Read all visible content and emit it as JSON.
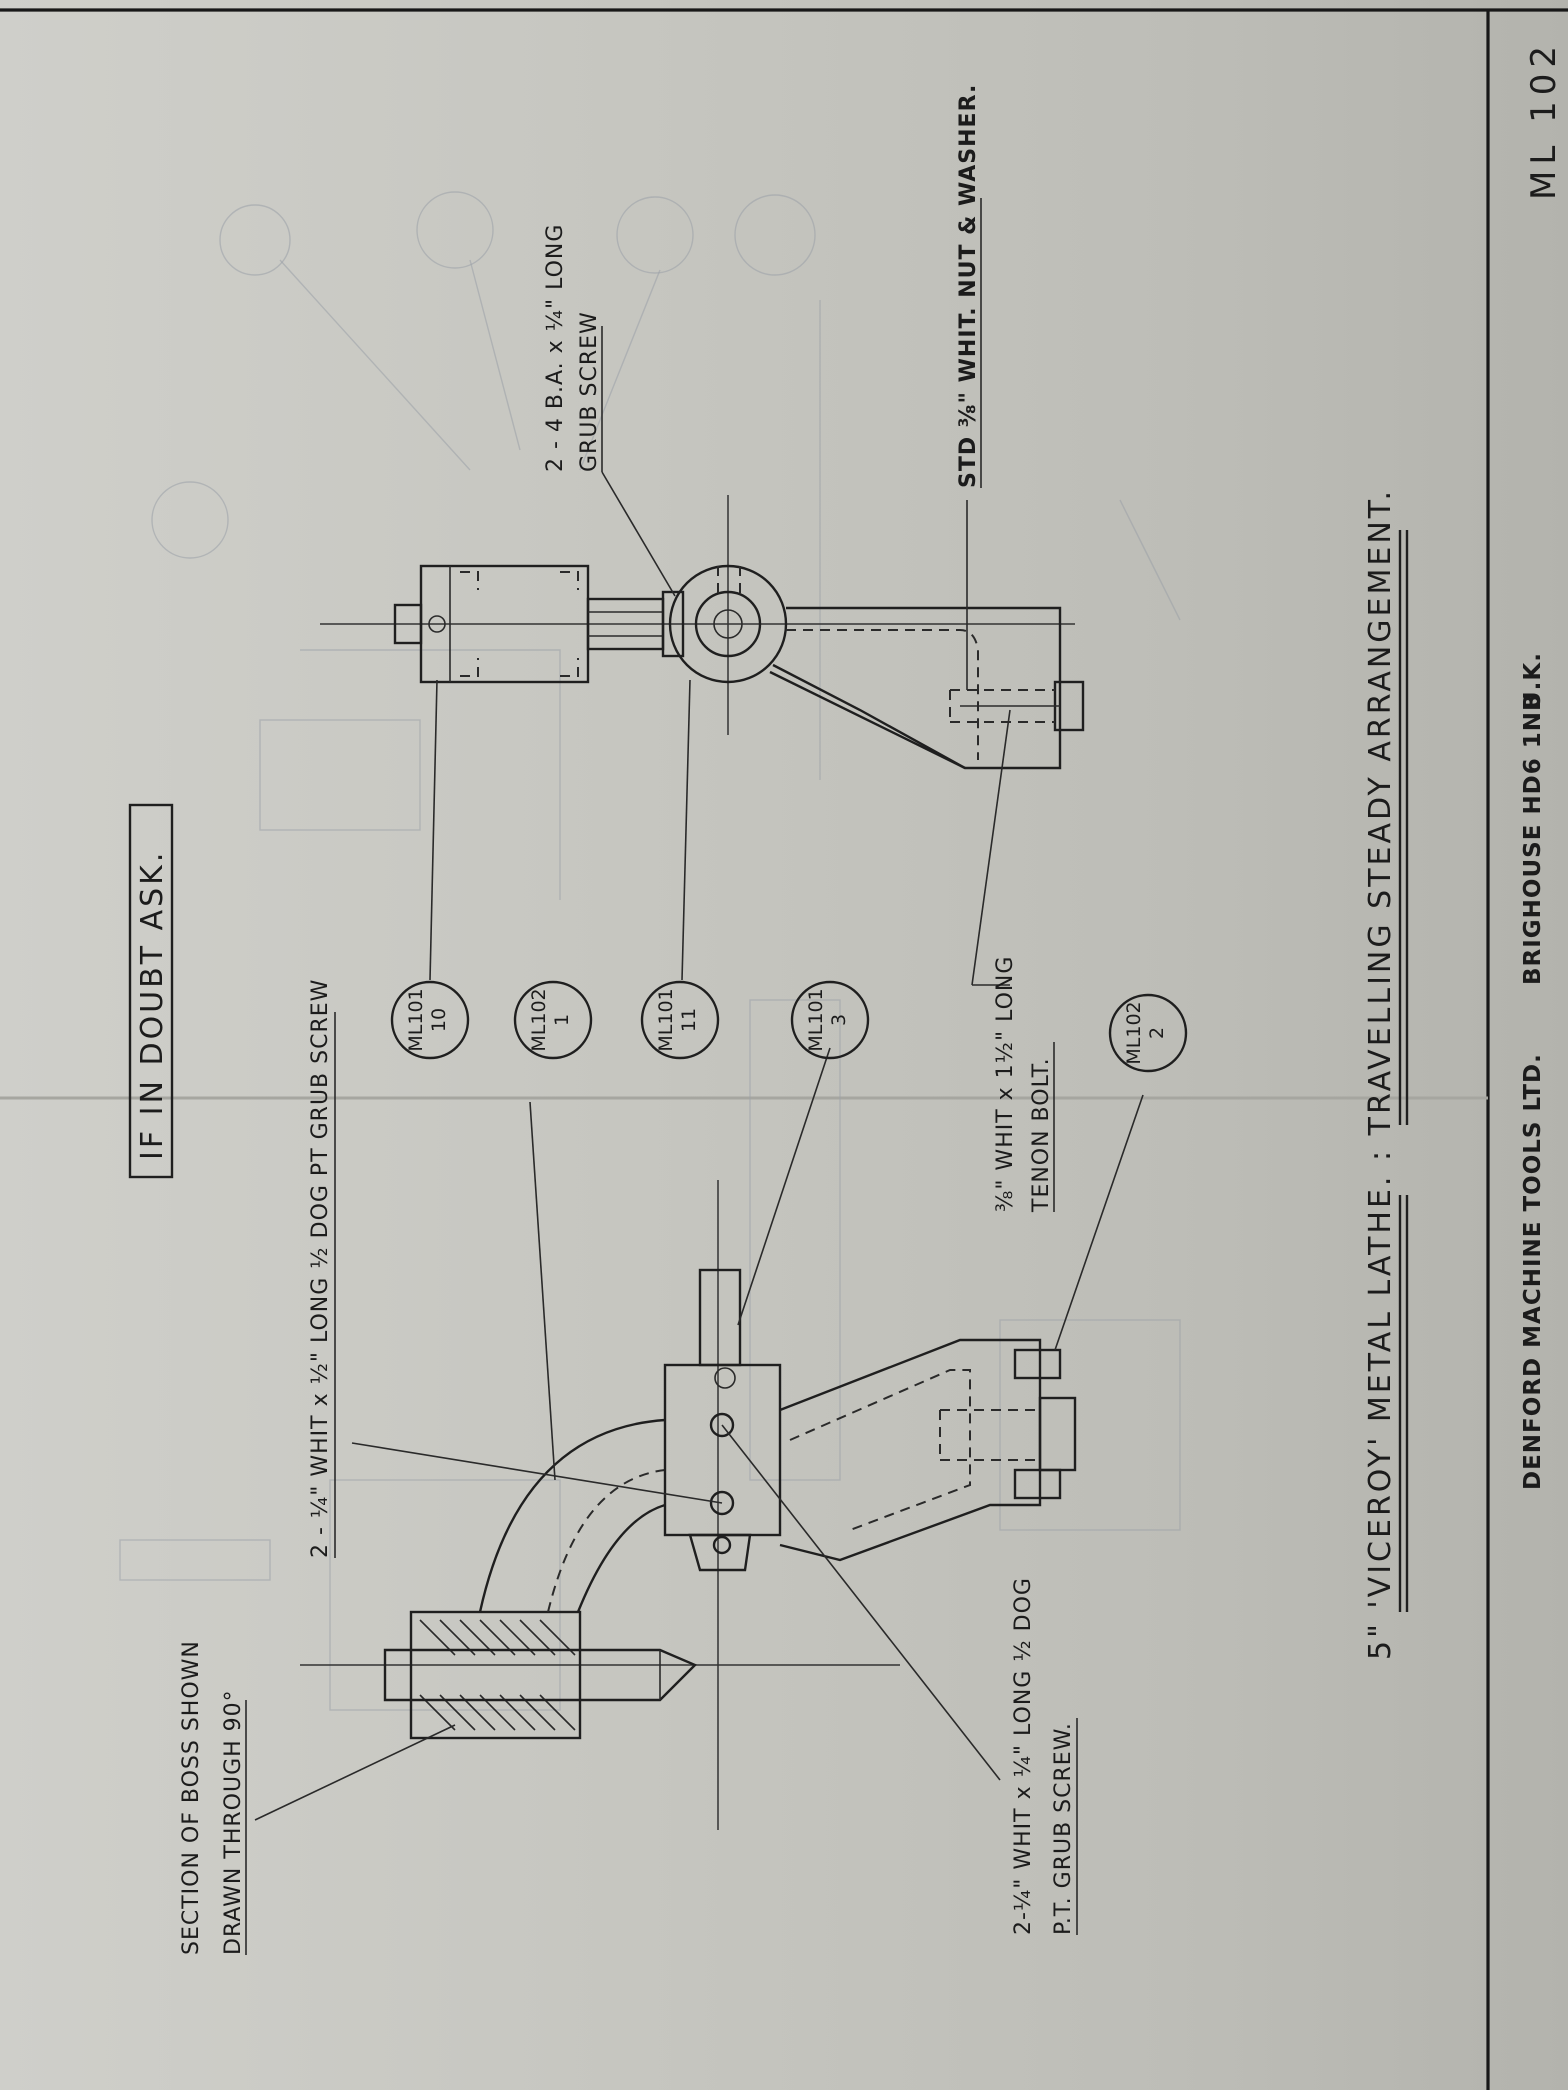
{
  "notes": {
    "if_in_doubt": "IF IN DOUBT ASK.",
    "section_line1": "SECTION OF BOSS SHOWN",
    "section_line2": "DRAWN THROUGH 90°",
    "grub_screw_top": "2 - ¼\" WHIT x ½\" LONG ½ DOG PT GRUB SCREW",
    "grub_screw_left_line1": "2-¼\" WHIT x ¼\" LONG ½ DOG",
    "grub_screw_left_line2": "P.T. GRUB SCREW.",
    "tenon_line1": "⅜\" WHIT x 1½\" LONG",
    "tenon_line2": "TENON BOLT.",
    "ba_line1": "2 - 4 B.A. x ¼\" LONG",
    "ba_line2": "GRUB SCREW",
    "std_nut": "STD ⅜\" WHIT. NUT & WASHER."
  },
  "balloons": [
    {
      "id": "b1",
      "top": "ML101",
      "bottom": "10"
    },
    {
      "id": "b2",
      "top": "ML102",
      "bottom": "1"
    },
    {
      "id": "b3",
      "top": "ML101",
      "bottom": "11"
    },
    {
      "id": "b4",
      "top": "ML101",
      "bottom": "3"
    },
    {
      "id": "b5",
      "top": "ML102",
      "bottom": "2"
    }
  ],
  "title": {
    "line": "5\" 'VICEROY' METAL LATHE. : TRAVELLING STEADY ARRANGEMENT."
  },
  "footer": {
    "company": "DENFORD MACHINE TOOLS LTD.",
    "address": "BRIGHOUSE HD6 1NB",
    "country": "U.K.",
    "drawing_number": "ML 102"
  },
  "colors": {
    "paper": "#c9c9c4",
    "ink": "#1c1c1c"
  }
}
